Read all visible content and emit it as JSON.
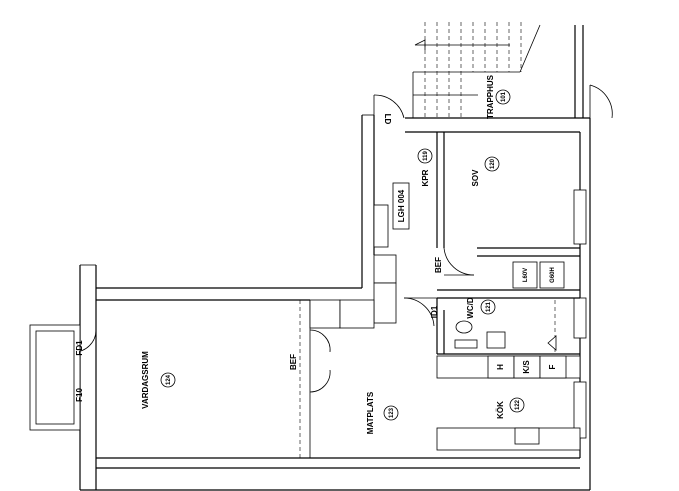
{
  "rooms": [
    {
      "key": "vardagsrum",
      "name": "VARDAGSRUM",
      "number": "124"
    },
    {
      "key": "matplats",
      "name": "MATPLATS",
      "number": "123"
    },
    {
      "key": "kok",
      "name": "KÖK",
      "number": "122"
    },
    {
      "key": "wcd",
      "name": "WC/D",
      "number": "121"
    },
    {
      "key": "sov",
      "name": "SOV",
      "number": "120"
    },
    {
      "key": "kpr",
      "name": "KPR",
      "number": "119"
    },
    {
      "key": "trapphus",
      "name": "TRAPPHUS",
      "number": "101"
    }
  ],
  "labels": {
    "apartment": "LGH 004",
    "bef_hall": "BEF",
    "bef_living": "BEF",
    "id1": "ID1",
    "fd1": "FD1",
    "f10": "F10",
    "ld": "LD",
    "h": "H",
    "ks": "K/S",
    "f": "F",
    "l60v": "L60V",
    "g60h": "G60H"
  }
}
